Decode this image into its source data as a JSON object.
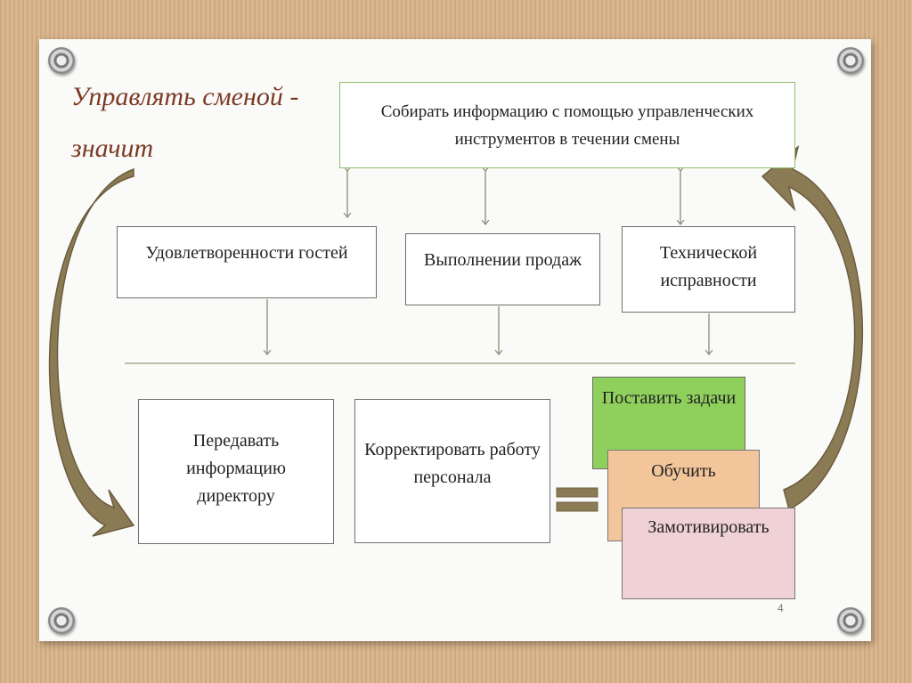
{
  "title": "Управлять сменой - значит",
  "top_box": "Собирать информацию с помощью управленческих инструментов в течении смены",
  "middle_boxes": {
    "satisfaction": "Удовлетворенности гостей",
    "sales": "Выполнении продаж",
    "technical": "Технической исправности"
  },
  "bottom_boxes": {
    "report": "Передавать информацию директору",
    "correct": "Корректировать работу персонала"
  },
  "stack_boxes": {
    "tasks": "Поставить задачи",
    "train": "Обучить",
    "motivate": "Замотивировать"
  },
  "page_number": "4",
  "colors": {
    "title": "#7b3a24",
    "tasks_fill": "#8fcf5c",
    "train_fill": "#f3c59b",
    "motivate_fill": "#efd1d6",
    "top_border": "#8ec06c",
    "curved_arrow": "#8b7b55"
  }
}
